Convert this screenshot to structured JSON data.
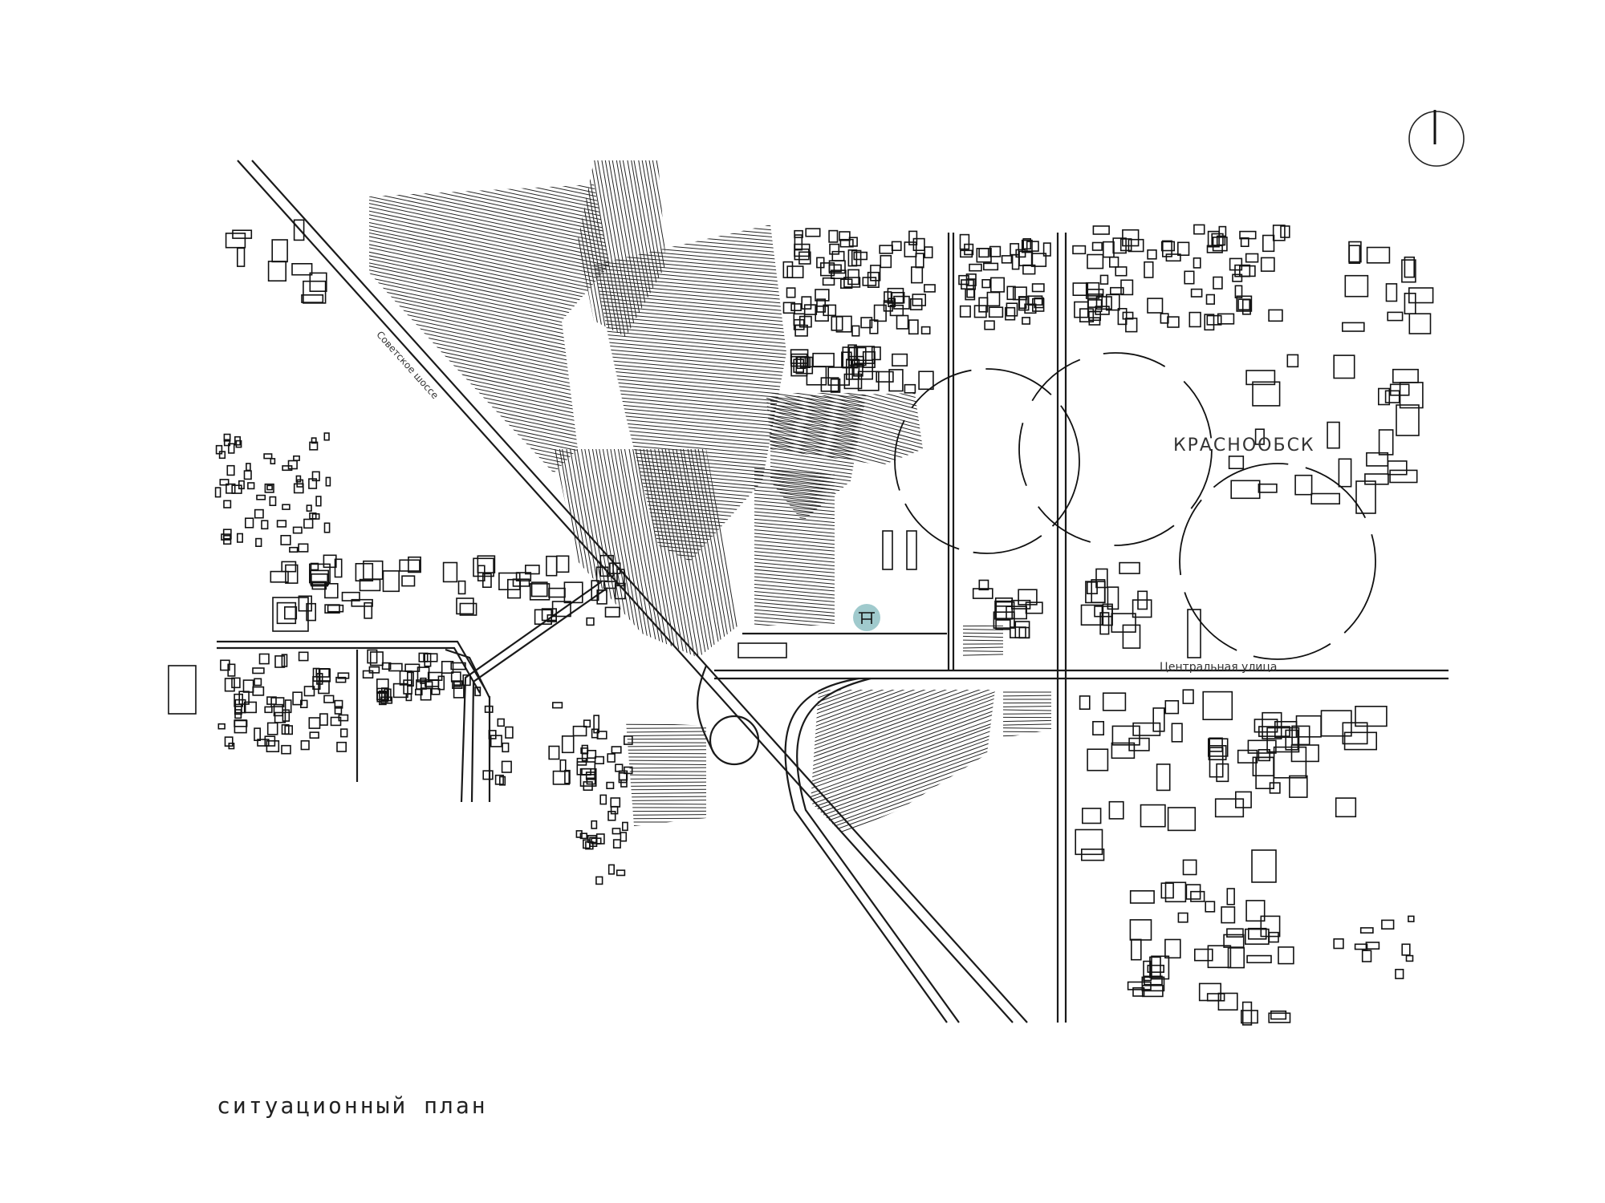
{
  "caption": "ситуационный план",
  "labels": {
    "town": "КРАСНООБСК",
    "central_street": "Центральная улица",
    "highway": "Советское шоссе"
  },
  "colors": {
    "ink": "#111111",
    "site_marker": "#8fc1c4",
    "background": "#ffffff"
  },
  "icons": {
    "north_arrow": "north-arrow-icon",
    "site_marker": "project-site-marker"
  }
}
